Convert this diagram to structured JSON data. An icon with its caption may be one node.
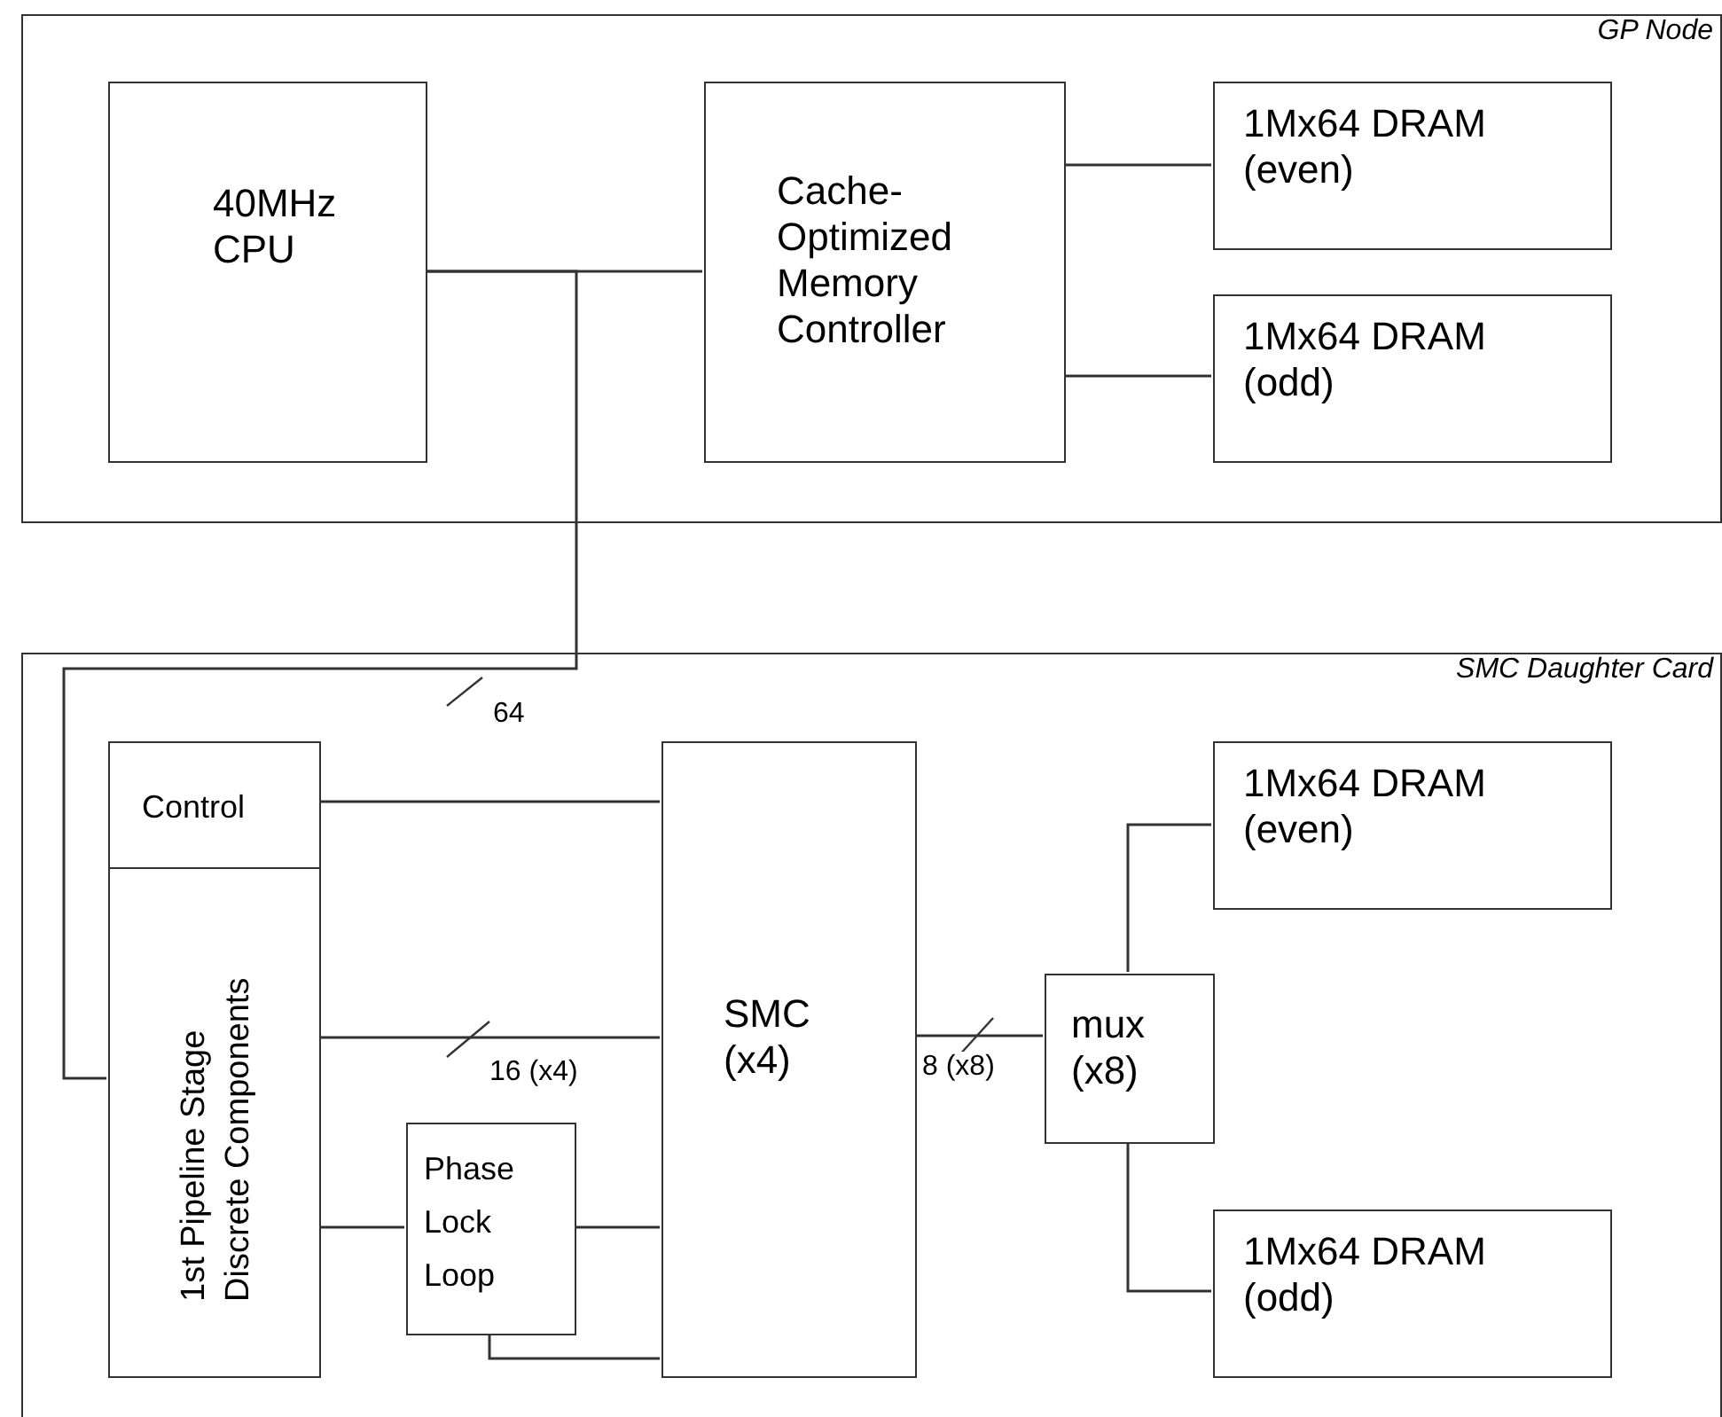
{
  "diagram": {
    "nodes": [
      {
        "text": [
          "GP Node"
        ]
      },
      {
        "text": [
          "40MHz CPU"
        ],
        "in": 0
      },
      {
        "text": [
          "Cache-Optimized Memory Controller"
        ],
        "in": 0
      },
      {
        "text": [
          "1Mx64 DRAM (even)"
        ],
        "in": 0
      },
      {
        "text": [
          "1Mx64 DRAM (odd)"
        ],
        "in": 0
      },
      {
        "text": [
          "SMC Daughter Card"
        ]
      },
      {
        "text": [
          "Control"
        ],
        "in": 5
      },
      {
        "text": [
          "1st Pipeline Stage Discrete Components"
        ],
        "in": 5
      },
      {
        "text": [
          "SMC (x4)"
        ],
        "in": 5
      },
      {
        "text": [
          "Phase Lock Loop"
        ],
        "in": 5
      },
      {
        "text": [
          "mux (x8)"
        ],
        "in": 5
      },
      {
        "text": [
          "1Mx64 DRAM (even)"
        ],
        "in": 5
      },
      {
        "text": [
          "1Mx64 DRAM (odd)"
        ],
        "in": 5
      }
    ],
    "edges": [
      {
        "from": 1,
        "to": 2,
        "arrow": "none"
      },
      {
        "from": 1,
        "to": 7,
        "arrow": "none",
        "label": "64"
      },
      {
        "from": 2,
        "to": 3,
        "arrow": "none"
      },
      {
        "from": 2,
        "to": 4,
        "arrow": "none"
      },
      {
        "from": 6,
        "to": 8,
        "arrow": "none"
      },
      {
        "from": 7,
        "to": 8,
        "arrow": "none",
        "label": "16 (x4)"
      },
      {
        "from": 7,
        "to": 9,
        "arrow": "none"
      },
      {
        "from": 9,
        "to": 8,
        "arrow": "none"
      },
      {
        "from": 9,
        "to": 8,
        "arrow": "none"
      },
      {
        "from": 8,
        "to": 10,
        "arrow": "none",
        "label": "8 (x8)"
      },
      {
        "from": 10,
        "to": 11,
        "arrow": "none"
      },
      {
        "from": 10,
        "to": 12,
        "arrow": "none"
      }
    ]
  }
}
